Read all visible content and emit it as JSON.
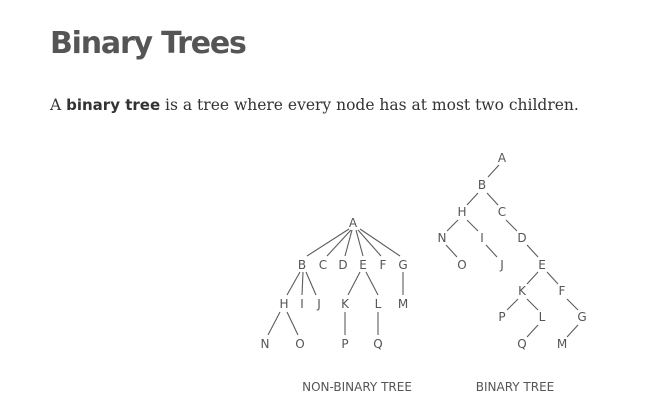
{
  "heading": "Binary Trees",
  "intro": {
    "prefix": "A ",
    "term": "binary tree",
    "suffix": " is a tree where every node has at most two children."
  },
  "trees": {
    "non_binary": {
      "caption": "NON-BINARY TREE",
      "nodes": {
        "A": "A",
        "B": "B",
        "C": "C",
        "D": "D",
        "E": "E",
        "F": "F",
        "G": "G",
        "H": "H",
        "I": "I",
        "J": "J",
        "K": "K",
        "L": "L",
        "M": "M",
        "N": "N",
        "O": "O",
        "P": "P",
        "Q": "Q"
      }
    },
    "binary": {
      "caption": "BINARY TREE",
      "nodes": {
        "A": "A",
        "B": "B",
        "C": "C",
        "D": "D",
        "E": "E",
        "F": "F",
        "G": "G",
        "H": "H",
        "I": "I",
        "J": "J",
        "K": "K",
        "L": "L",
        "M": "M",
        "N": "N",
        "O": "O",
        "P": "P",
        "Q": "Q"
      }
    }
  }
}
